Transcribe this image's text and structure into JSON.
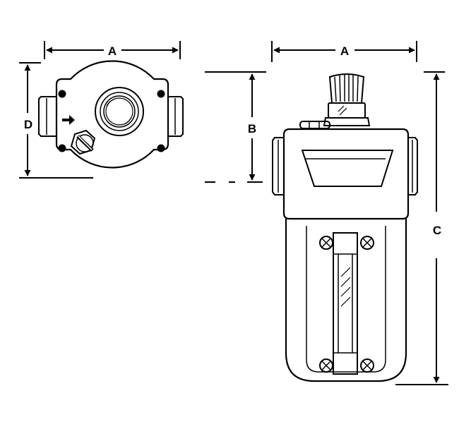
{
  "dimensions": {
    "top_view_width": "A",
    "top_view_depth": "D",
    "side_view_width": "A",
    "side_view_head_height": "B",
    "side_view_overall_height": "C"
  },
  "colors": {
    "line": "#000000",
    "background": "#ffffff"
  }
}
